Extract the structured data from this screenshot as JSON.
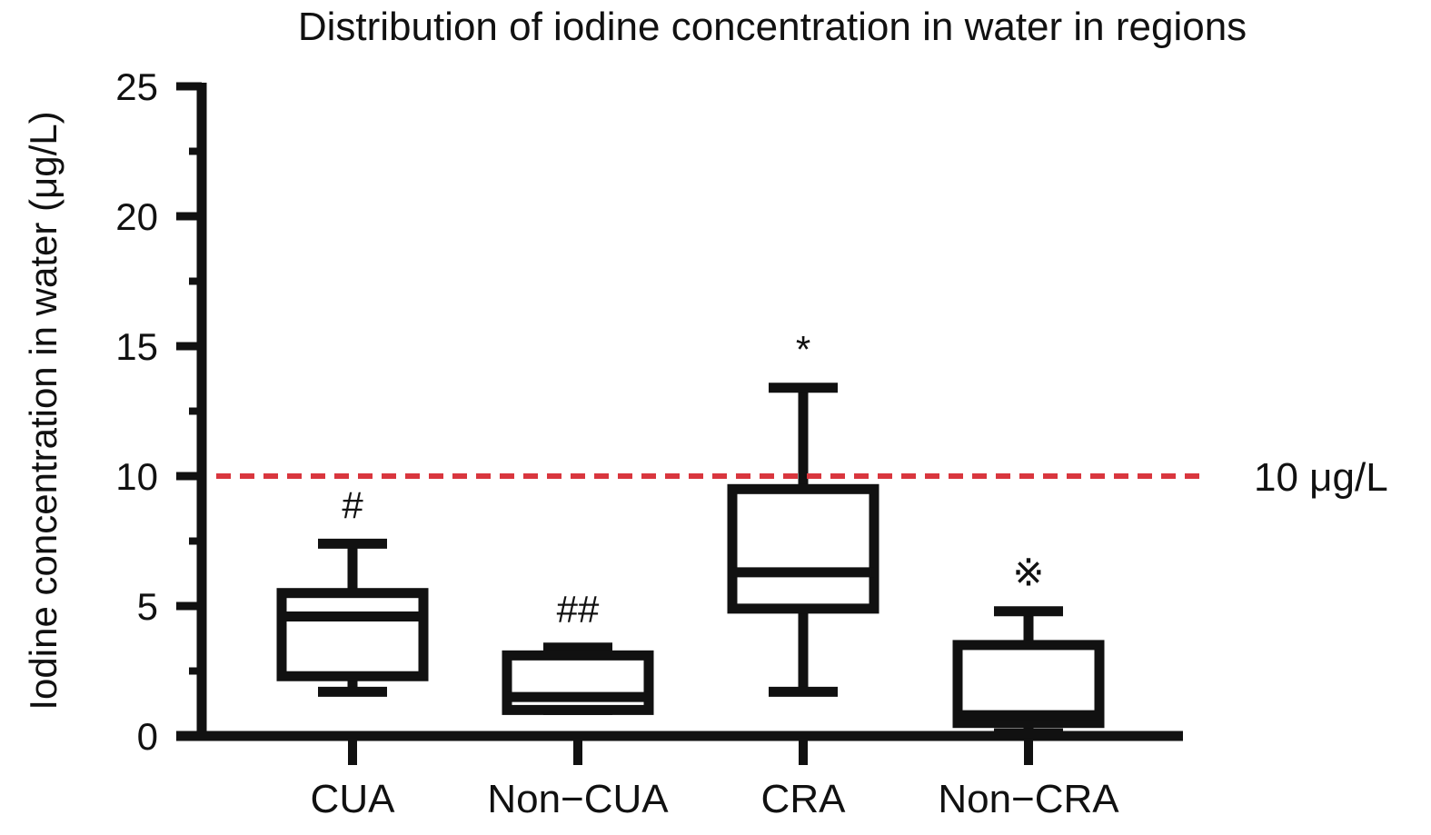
{
  "chart_data": {
    "type": "box",
    "title": "Distribution of iodine concentration in water in regions",
    "xlabel": "",
    "ylabel": "Iodine concentration in water (μg/L)",
    "ylim": [
      0,
      25
    ],
    "yticks": [
      0,
      5,
      10,
      15,
      20,
      25
    ],
    "categories": [
      "CUA",
      "Non−CUA",
      "CRA",
      "Non−CRA"
    ],
    "boxes": [
      {
        "category": "CUA",
        "whisker_low": 1.7,
        "q1": 2.3,
        "median": 4.6,
        "q3": 5.5,
        "whisker_high": 7.4,
        "annotation": "#"
      },
      {
        "category": "Non−CUA",
        "whisker_low": 1.0,
        "q1": 1.0,
        "median": 1.5,
        "q3": 3.1,
        "whisker_high": 3.4,
        "annotation": "##"
      },
      {
        "category": "CRA",
        "whisker_low": 1.7,
        "q1": 4.9,
        "median": 6.3,
        "q3": 9.5,
        "whisker_high": 13.4,
        "annotation": "*"
      },
      {
        "category": "Non−CRA",
        "whisker_low": 0.1,
        "q1": 0.5,
        "median": 0.8,
        "q3": 3.5,
        "whisker_high": 4.8,
        "annotation": "※"
      }
    ],
    "reference_line": {
      "value": 10,
      "label": "10 μg/L",
      "color": "#d9363e",
      "style": "dashed"
    },
    "colors": {
      "axis": "#111111",
      "box": "#111111",
      "reference": "#d9363e"
    },
    "grid": false,
    "legend": "none"
  }
}
